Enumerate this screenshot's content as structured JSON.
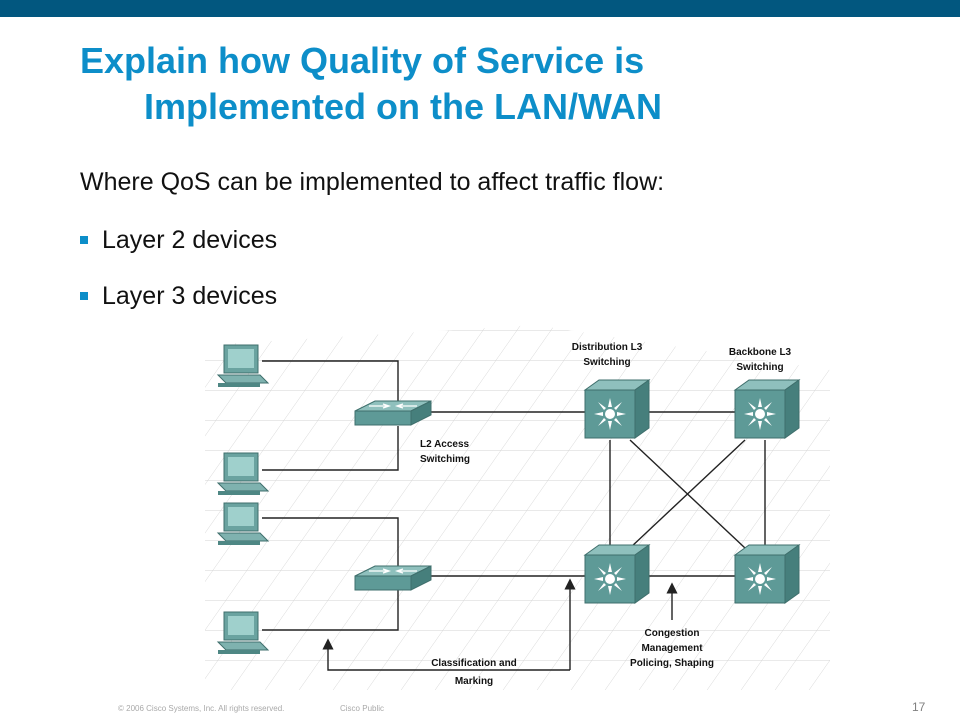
{
  "slide": {
    "title_line1": "Explain how Quality of Service is",
    "title_line2": "Implemented on the LAN/WAN",
    "subheading": "Where QoS can be implemented to affect traffic flow:",
    "bullets": [
      "Layer 2 devices",
      "Layer 3 devices"
    ]
  },
  "diagram": {
    "labels": {
      "distribution_1": "Distribution L3",
      "distribution_2": "Switching",
      "backbone_1": "Backbone L3",
      "backbone_2": "Switching",
      "l2_1": "L2 Access",
      "l2_2": "Switchimg",
      "classification_1": "Classification and",
      "classification_2": "Marking",
      "congestion_1": "Congestion",
      "congestion_2": "Management",
      "congestion_3": "Policing, Shaping"
    }
  },
  "footer": {
    "copyright": "© 2006 Cisco Systems, Inc. All rights reserved.",
    "classification": "Cisco Public",
    "page_number": "17"
  },
  "colors": {
    "top_bar": "#02577f",
    "title": "#0d8ec9",
    "bullet": "#0d8ec9",
    "device": "#5e9a97"
  }
}
